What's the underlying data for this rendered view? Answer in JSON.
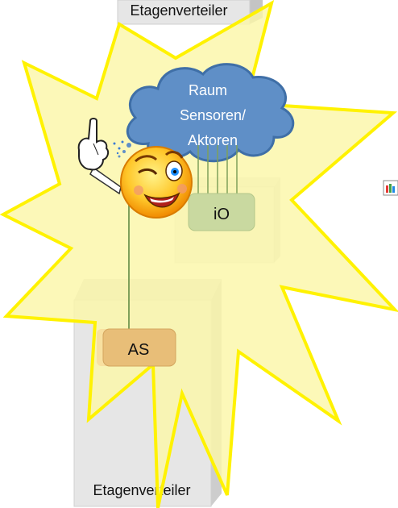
{
  "labels": {
    "top_cabinet": "Etagenverteiler",
    "cloud_line1": "Raum",
    "cloud_line2": "Sensoren/",
    "cloud_line3": "Aktoren",
    "io_module": "iO",
    "as_module": "AS",
    "bottom_cabinet": "Etagenverteiler"
  },
  "icons": {
    "smiley": "winking-smiley-pointing-finger-icon",
    "corner": "colored-cube-icon"
  },
  "colors": {
    "starburst_fill": "#FBF7A8",
    "starburst_stroke": "#FFF200",
    "cloud_fill": "#5F8FC7",
    "cloud_stroke": "#3F6FA7",
    "io_fill": "#C9D9A0",
    "as_fill": "#E8BE78",
    "cabinet_front": "#E6E6E6",
    "cabinet_side": "#C4C4C4",
    "connection_line": "#7FA05A"
  }
}
